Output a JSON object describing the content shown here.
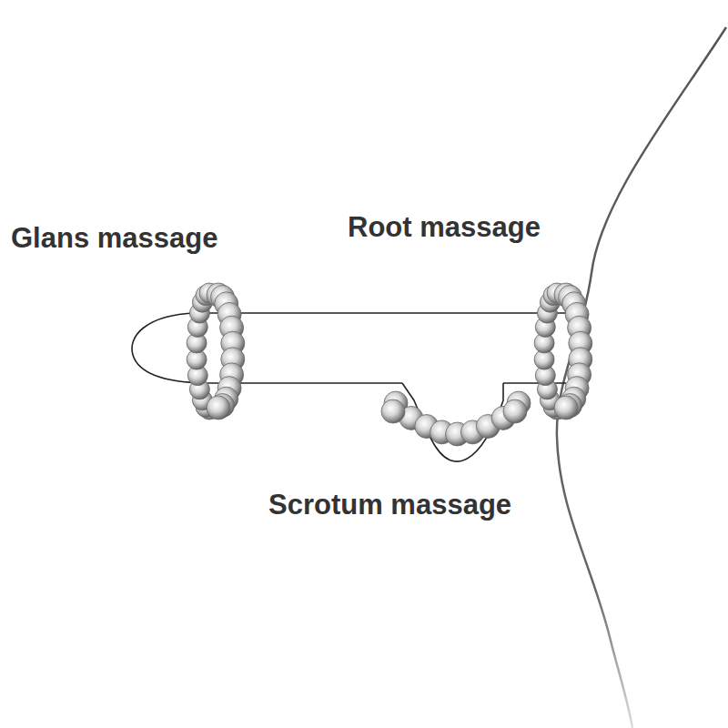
{
  "diagram": {
    "labels": [
      "Glans massage",
      "Root massage",
      "Scrotum massage"
    ]
  }
}
